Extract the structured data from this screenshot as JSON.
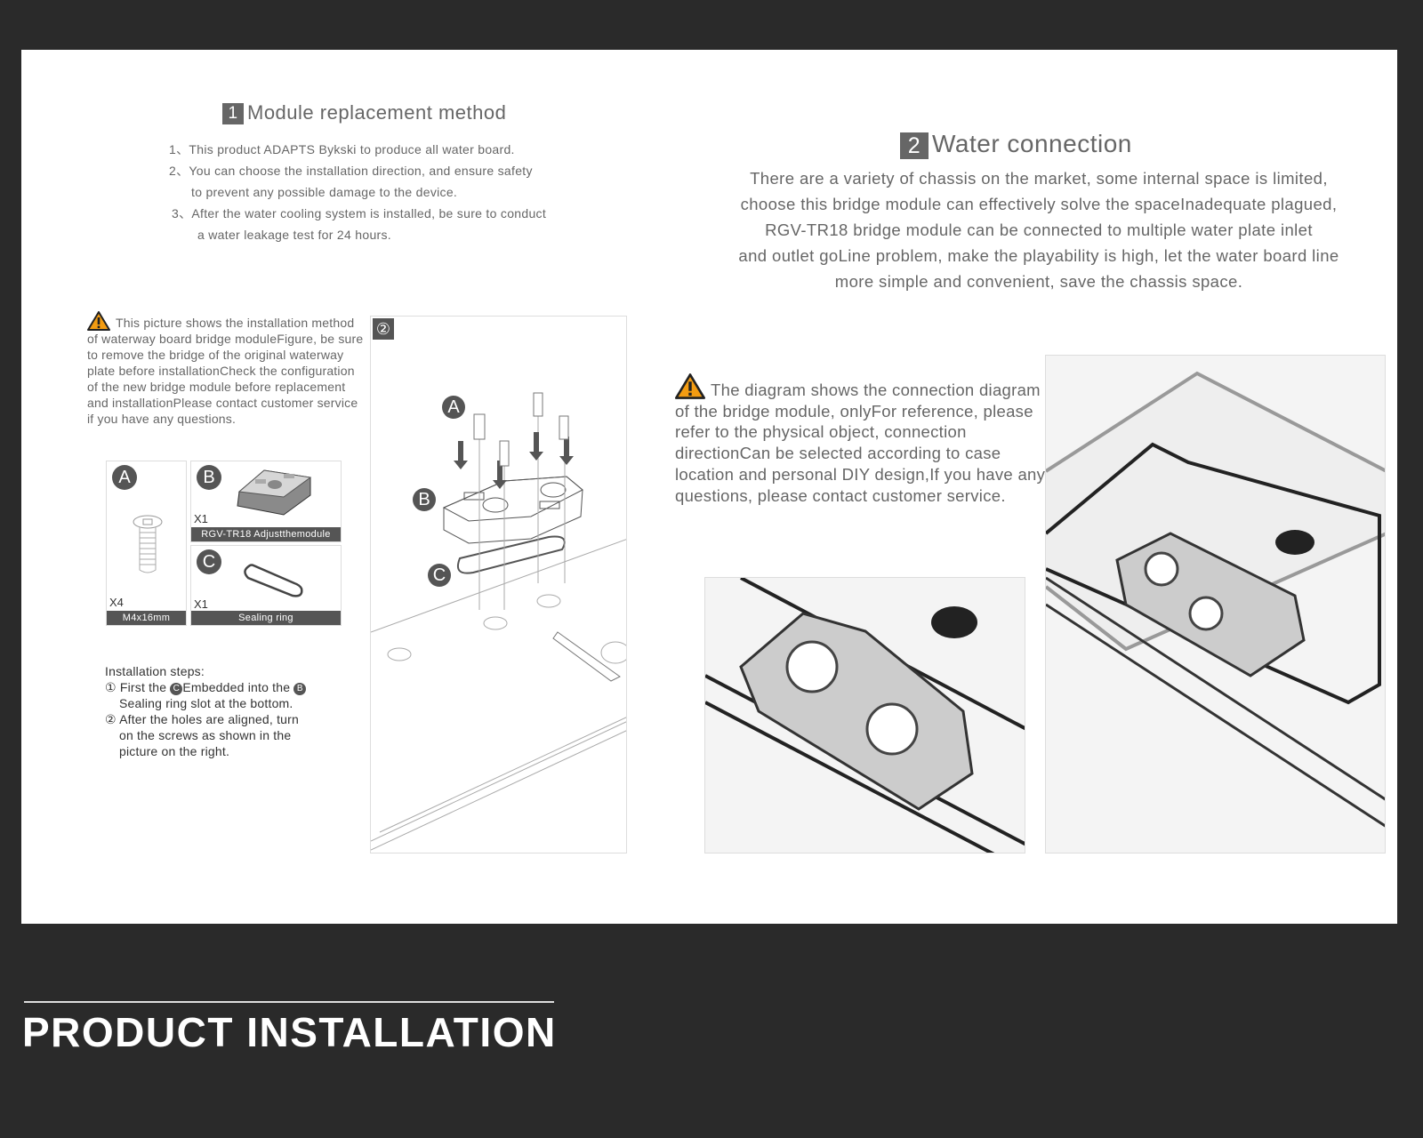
{
  "section1": {
    "number": "1",
    "title": "Module replacement method",
    "items": [
      "1、This product ADAPTS Bykski to produce all water board.",
      "2、You can choose the installation direction, and ensure safety",
      "to prevent any possible damage to the device.",
      "3、After the water cooling system is installed, be sure to conduct",
      "a water leakage test for 24 hours."
    ]
  },
  "section2": {
    "number": "2",
    "title": "Water connection",
    "paragraph": [
      "There are a variety of chassis on the market, some internal space is limited,",
      "choose this bridge module can effectively solve the spaceInadequate plagued,",
      "RGV-TR18 bridge module can be connected to multiple water plate inlet",
      "and outlet goLine problem, make the playability is high, let the water board line",
      "more simple and convenient, save the chassis space."
    ]
  },
  "warning1": "This picture shows the installation method of waterway board bridge moduleFigure, be sure to remove the bridge of the original waterway plate before installationCheck the configuration of the new bridge module before replacement and installationPlease contact customer service if you have any questions.",
  "parts": [
    {
      "letter": "A",
      "qty": "X4",
      "label": "M4x16mm"
    },
    {
      "letter": "B",
      "qty": "X1",
      "label": "RGV-TR18  Adjustthemodule"
    },
    {
      "letter": "C",
      "qty": "X1",
      "label": "Sealing ring"
    }
  ],
  "steps": {
    "heading": "Installation steps:",
    "step1_a": "① First the",
    "step1_c": "C",
    "step1_b": "Embedded into the",
    "step1_d": "B",
    "step1_e": "Sealing ring slot at the bottom.",
    "step2_a": "② After the holes are aligned, turn",
    "step2_b": "on the screws as shown in the",
    "step2_c": "picture on the right."
  },
  "figure2": {
    "number": "②",
    "labels": [
      "A",
      "B",
      "C"
    ]
  },
  "warning2": "The diagram shows the connection diagram of the bridge module, onlyFor reference, please refer to the physical object, connection directionCan be selected according to case location and personal DIY design,If you have any questions, please contact customer service.",
  "footer": {
    "title": "PRODUCT INSTALLATION"
  },
  "colors": {
    "background": "#2a2a2a",
    "warning": "#f39c12",
    "label": "#555555"
  }
}
